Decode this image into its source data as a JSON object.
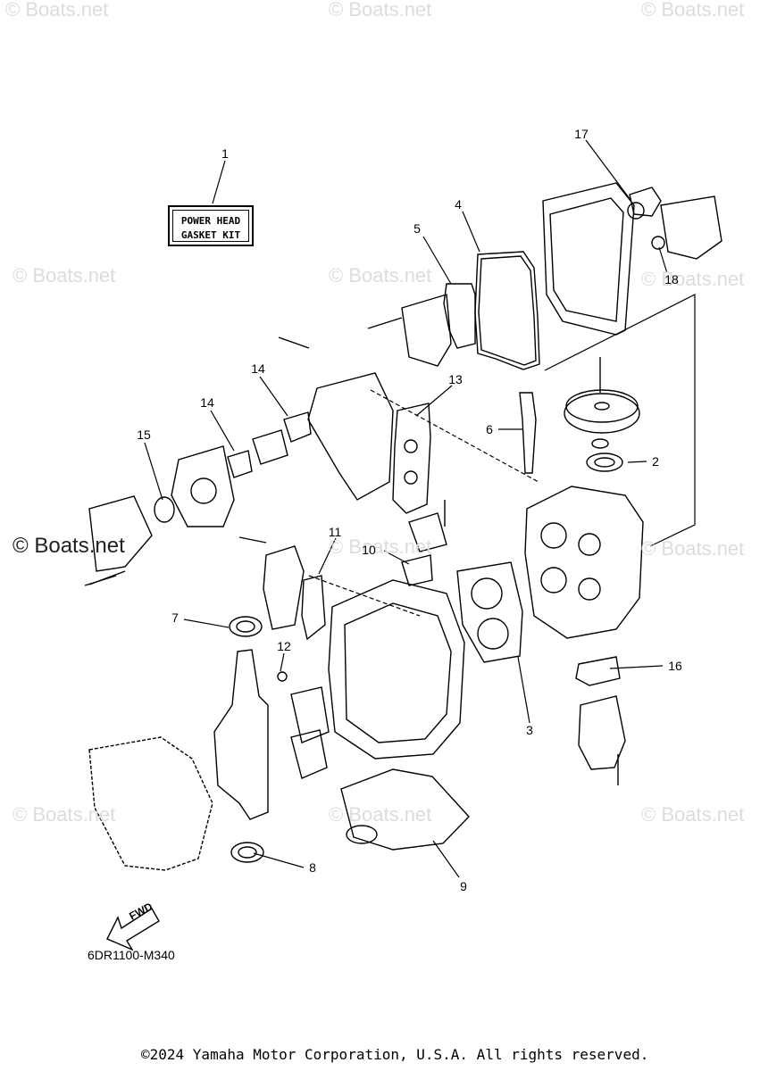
{
  "watermark": "© Boats.net",
  "kit_label": {
    "line1": "POWER HEAD",
    "line2": "GASKET KIT"
  },
  "callouts": [
    "1",
    "2",
    "3",
    "4",
    "5",
    "6",
    "7",
    "8",
    "9",
    "10",
    "11",
    "12",
    "13",
    "14",
    "14",
    "15",
    "16",
    "17",
    "18"
  ],
  "fwd_label": "FWD",
  "diagram_code": "6DR1100-M340",
  "copyright": "©2024 Yamaha Motor Corporation, U.S.A. All rights reserved."
}
